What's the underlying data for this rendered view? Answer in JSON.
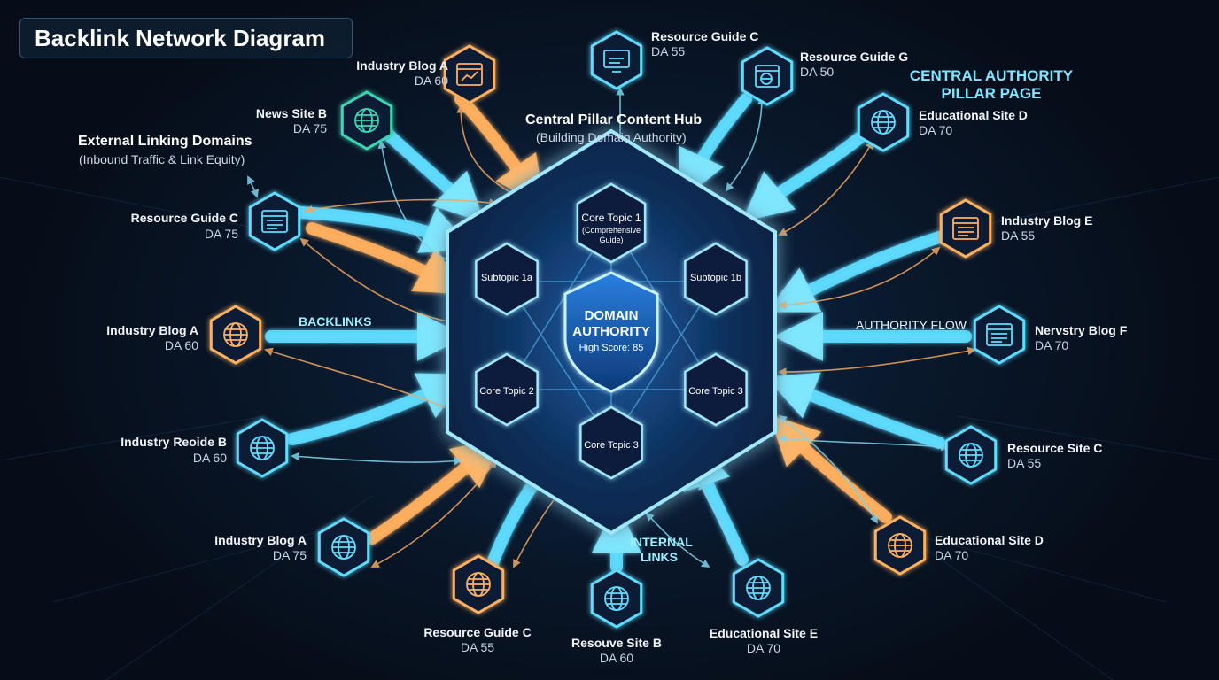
{
  "title": "Backlink Network Diagram",
  "annotations": {
    "external_title": "External Linking Domains",
    "external_sub": "(Inbound Traffic & Link Equity)",
    "hub_title": "Central Pillar Content Hub",
    "hub_sub": "(Building Domain Authority)",
    "authority_line1": "CENTRAL AUTHORITY",
    "authority_line2": "PILLAR PAGE",
    "backlinks": "BACKLINKS",
    "authority_flow": "AUTHORITY FLOW",
    "internal_line1": "INTERNAL",
    "internal_line2": "LINKS"
  },
  "hub": {
    "shield_line1": "DOMAIN",
    "shield_line2": "AUTHORITY",
    "score": "High Score: 85",
    "core_top_line1": "Core Topic 1",
    "core_top_line2": "(Comprehensive",
    "core_top_line3": "Guide)",
    "sub_left": "Subtopic 1a",
    "sub_right": "Subtopic 1b",
    "core_left": "Core Topic 2",
    "core_right": "Core Topic 3",
    "core_bottom": "Core Topic 3"
  },
  "nodes": [
    {
      "name": "News Site B",
      "da": "DA 75",
      "color": "teal",
      "icon": "globe-icon"
    },
    {
      "name": "Industry Blog A",
      "da": "DA 60",
      "color": "orange",
      "icon": "chart-window-icon"
    },
    {
      "name": "Resource Guide C",
      "da": "DA 55",
      "color": "blue",
      "icon": "monitor-icon"
    },
    {
      "name": "Resource Guide G",
      "da": "DA 50",
      "color": "blue",
      "icon": "web-page-icon"
    },
    {
      "name": "Educational Site D",
      "da": "DA 70",
      "color": "blue",
      "icon": "globe-icon"
    },
    {
      "name": "Resource Guide C",
      "da": "DA 75",
      "color": "blue",
      "icon": "document-icon"
    },
    {
      "name": "Industry Blog E",
      "da": "DA 55",
      "color": "orange",
      "icon": "document-icon"
    },
    {
      "name": "Industry Blog A",
      "da": "DA 60",
      "color": "orange",
      "icon": "globe-icon"
    },
    {
      "name": "Nervstry Blog F",
      "da": "DA 70",
      "color": "blue",
      "icon": "document-icon"
    },
    {
      "name": "Industry Reoide B",
      "da": "DA 60",
      "color": "blue",
      "icon": "globe-icon"
    },
    {
      "name": "Resource Site C",
      "da": "DA 55",
      "color": "blue",
      "icon": "globe-icon"
    },
    {
      "name": "Industry Blog A",
      "da": "DA 75",
      "color": "blue",
      "icon": "globe-icon"
    },
    {
      "name": "Educational Site D",
      "da": "DA 70",
      "color": "orange",
      "icon": "globe-icon"
    },
    {
      "name": "Resource Guide C",
      "da": "DA 55",
      "color": "orange",
      "icon": "globe-icon"
    },
    {
      "name": "Resouve Site B",
      "da": "DA 60",
      "color": "blue",
      "icon": "globe-icon"
    },
    {
      "name": "Educational Site E",
      "da": "DA 70",
      "color": "blue",
      "icon": "globe-icon"
    }
  ],
  "colors": {
    "background": "#060d18",
    "cyan": "#5fdcff",
    "orange": "#ffb060",
    "teal": "#3ed6b4",
    "hub_blue": "#1f6fd6"
  }
}
